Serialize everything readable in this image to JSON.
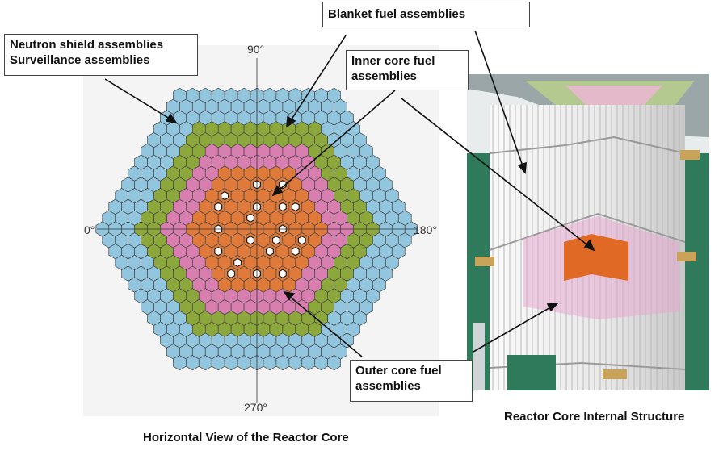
{
  "angles": {
    "a90": "90°",
    "a0": "0°",
    "a180": "180°",
    "a270": "270°"
  },
  "callouts": {
    "neutron_shield": [
      "Neutron shield assemblies",
      "Surveillance assemblies"
    ],
    "blanket": "Blanket fuel assemblies",
    "inner_core": [
      "Inner core fuel",
      "assemblies"
    ],
    "outer_core": [
      "Outer core fuel",
      "assemblies"
    ]
  },
  "captions": {
    "left": "Horizontal View of the Reactor Core",
    "right": "Reactor Core Internal Structure"
  },
  "colors": {
    "shield": "#92c5de",
    "blanket": "#8ca83c",
    "outer_core": "#d97fb0",
    "inner_core": "#e07a3a",
    "control_rod": "#ffffff",
    "grid_line": "#444444",
    "background_left": "#f4f4f4"
  }
}
